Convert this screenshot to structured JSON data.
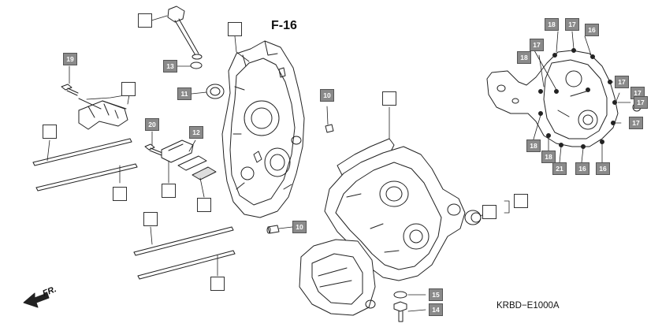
{
  "reference": "F-16",
  "diagram_code": "KRBD−E1000A",
  "direction_label": "FR.",
  "callouts": {
    "dipstick": "",
    "bracket": "",
    "stud_upper_left": "",
    "stud_lower_left": "",
    "screen": "",
    "stud_upper_mid": "",
    "stud_lower_mid": "",
    "gasket": "",
    "crankcase_right": ""
  },
  "tags": {
    "t13": "13",
    "t11": "11",
    "t10a": "10",
    "t19": "19",
    "t20": "20",
    "t12": "12",
    "t10b": "10",
    "t15": "15",
    "t14": "14",
    "r18a": "18",
    "r17a": "17",
    "r16a": "16",
    "r18b": "18",
    "r17b": "17",
    "r17c": "17",
    "r17d": "17",
    "r17e": "17",
    "r17f": "17",
    "r18c": "18",
    "r18d": "18",
    "r21": "21",
    "r16b": "16",
    "r16c": "16"
  },
  "colors": {
    "tag_fill": "#8a8a8a",
    "line": "#222222"
  }
}
